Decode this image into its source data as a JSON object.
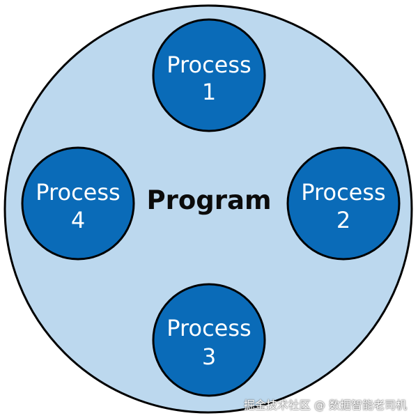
{
  "diagram": {
    "center_label": "Program",
    "processes": [
      {
        "line1": "Process",
        "line2": "1"
      },
      {
        "line1": "Process",
        "line2": "2"
      },
      {
        "line1": "Process",
        "line2": "3"
      },
      {
        "line1": "Process",
        "line2": "4"
      }
    ]
  },
  "watermark": "掘金技术社区 @ 数据智能老司机",
  "colors": {
    "outer_fill": "#bcd8ee",
    "process_fill": "#0a6bb8",
    "stroke": "#000000",
    "process_text": "#ffffff",
    "center_text": "#0b0b0b"
  }
}
